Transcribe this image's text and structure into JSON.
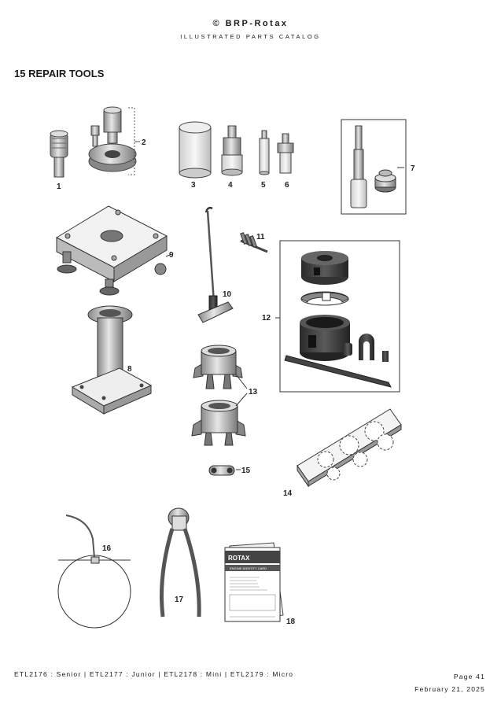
{
  "header": {
    "brand": "© BRP-Rotax",
    "subtitle": "ILLUSTRATED PARTS CATALOG"
  },
  "section_title": "15 REPAIR TOOLS",
  "callouts": {
    "c1": "1",
    "c2": "2",
    "c3": "3",
    "c4": "4",
    "c5": "5",
    "c6": "6",
    "c7": "7",
    "c8": "8",
    "c9": "9",
    "c10": "10",
    "c11": "11",
    "c12": "12",
    "c13": "13",
    "c14": "14",
    "c15": "15",
    "c16": "16",
    "c17": "17",
    "c18": "18"
  },
  "card": {
    "brand": "ROTAX",
    "title": "ENGINE IDENTITY CARD"
  },
  "footer": {
    "left": "ETL2176 : Senior | ETL2177 : Junior | ETL2178 : Mini | ETL2179 : Micro",
    "page": "Page 41",
    "date": "February 21, 2025"
  }
}
